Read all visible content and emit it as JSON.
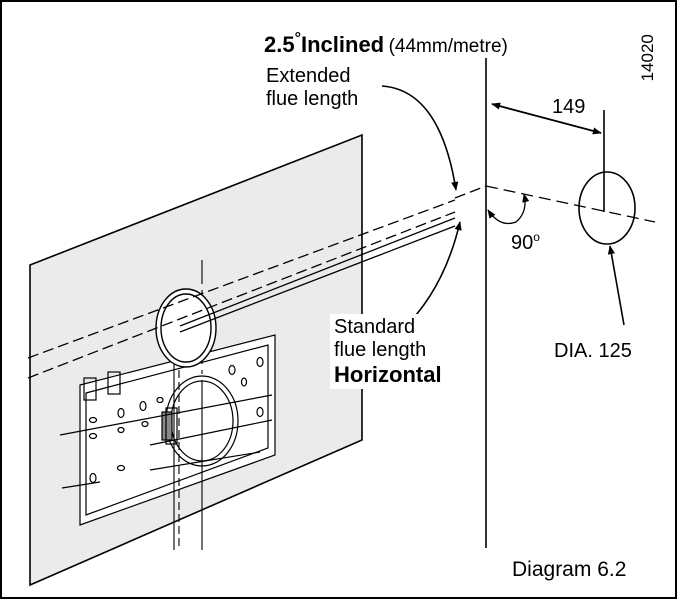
{
  "title": {
    "angle_value": "2.5",
    "degree_symbol": "°",
    "mode": "Inclined",
    "gradient": "(44mm/metre)"
  },
  "extended_label": {
    "line1": "Extended",
    "line2": "flue length"
  },
  "standard_label": {
    "line1": "Standard",
    "line2": "flue length",
    "line3": "Horizontal"
  },
  "dimensions": {
    "offset": "149",
    "angle_value": "90",
    "angle_unit": "o",
    "diameter": "DIA. 125"
  },
  "reference_code": "14020",
  "caption": "Diagram 6.2"
}
